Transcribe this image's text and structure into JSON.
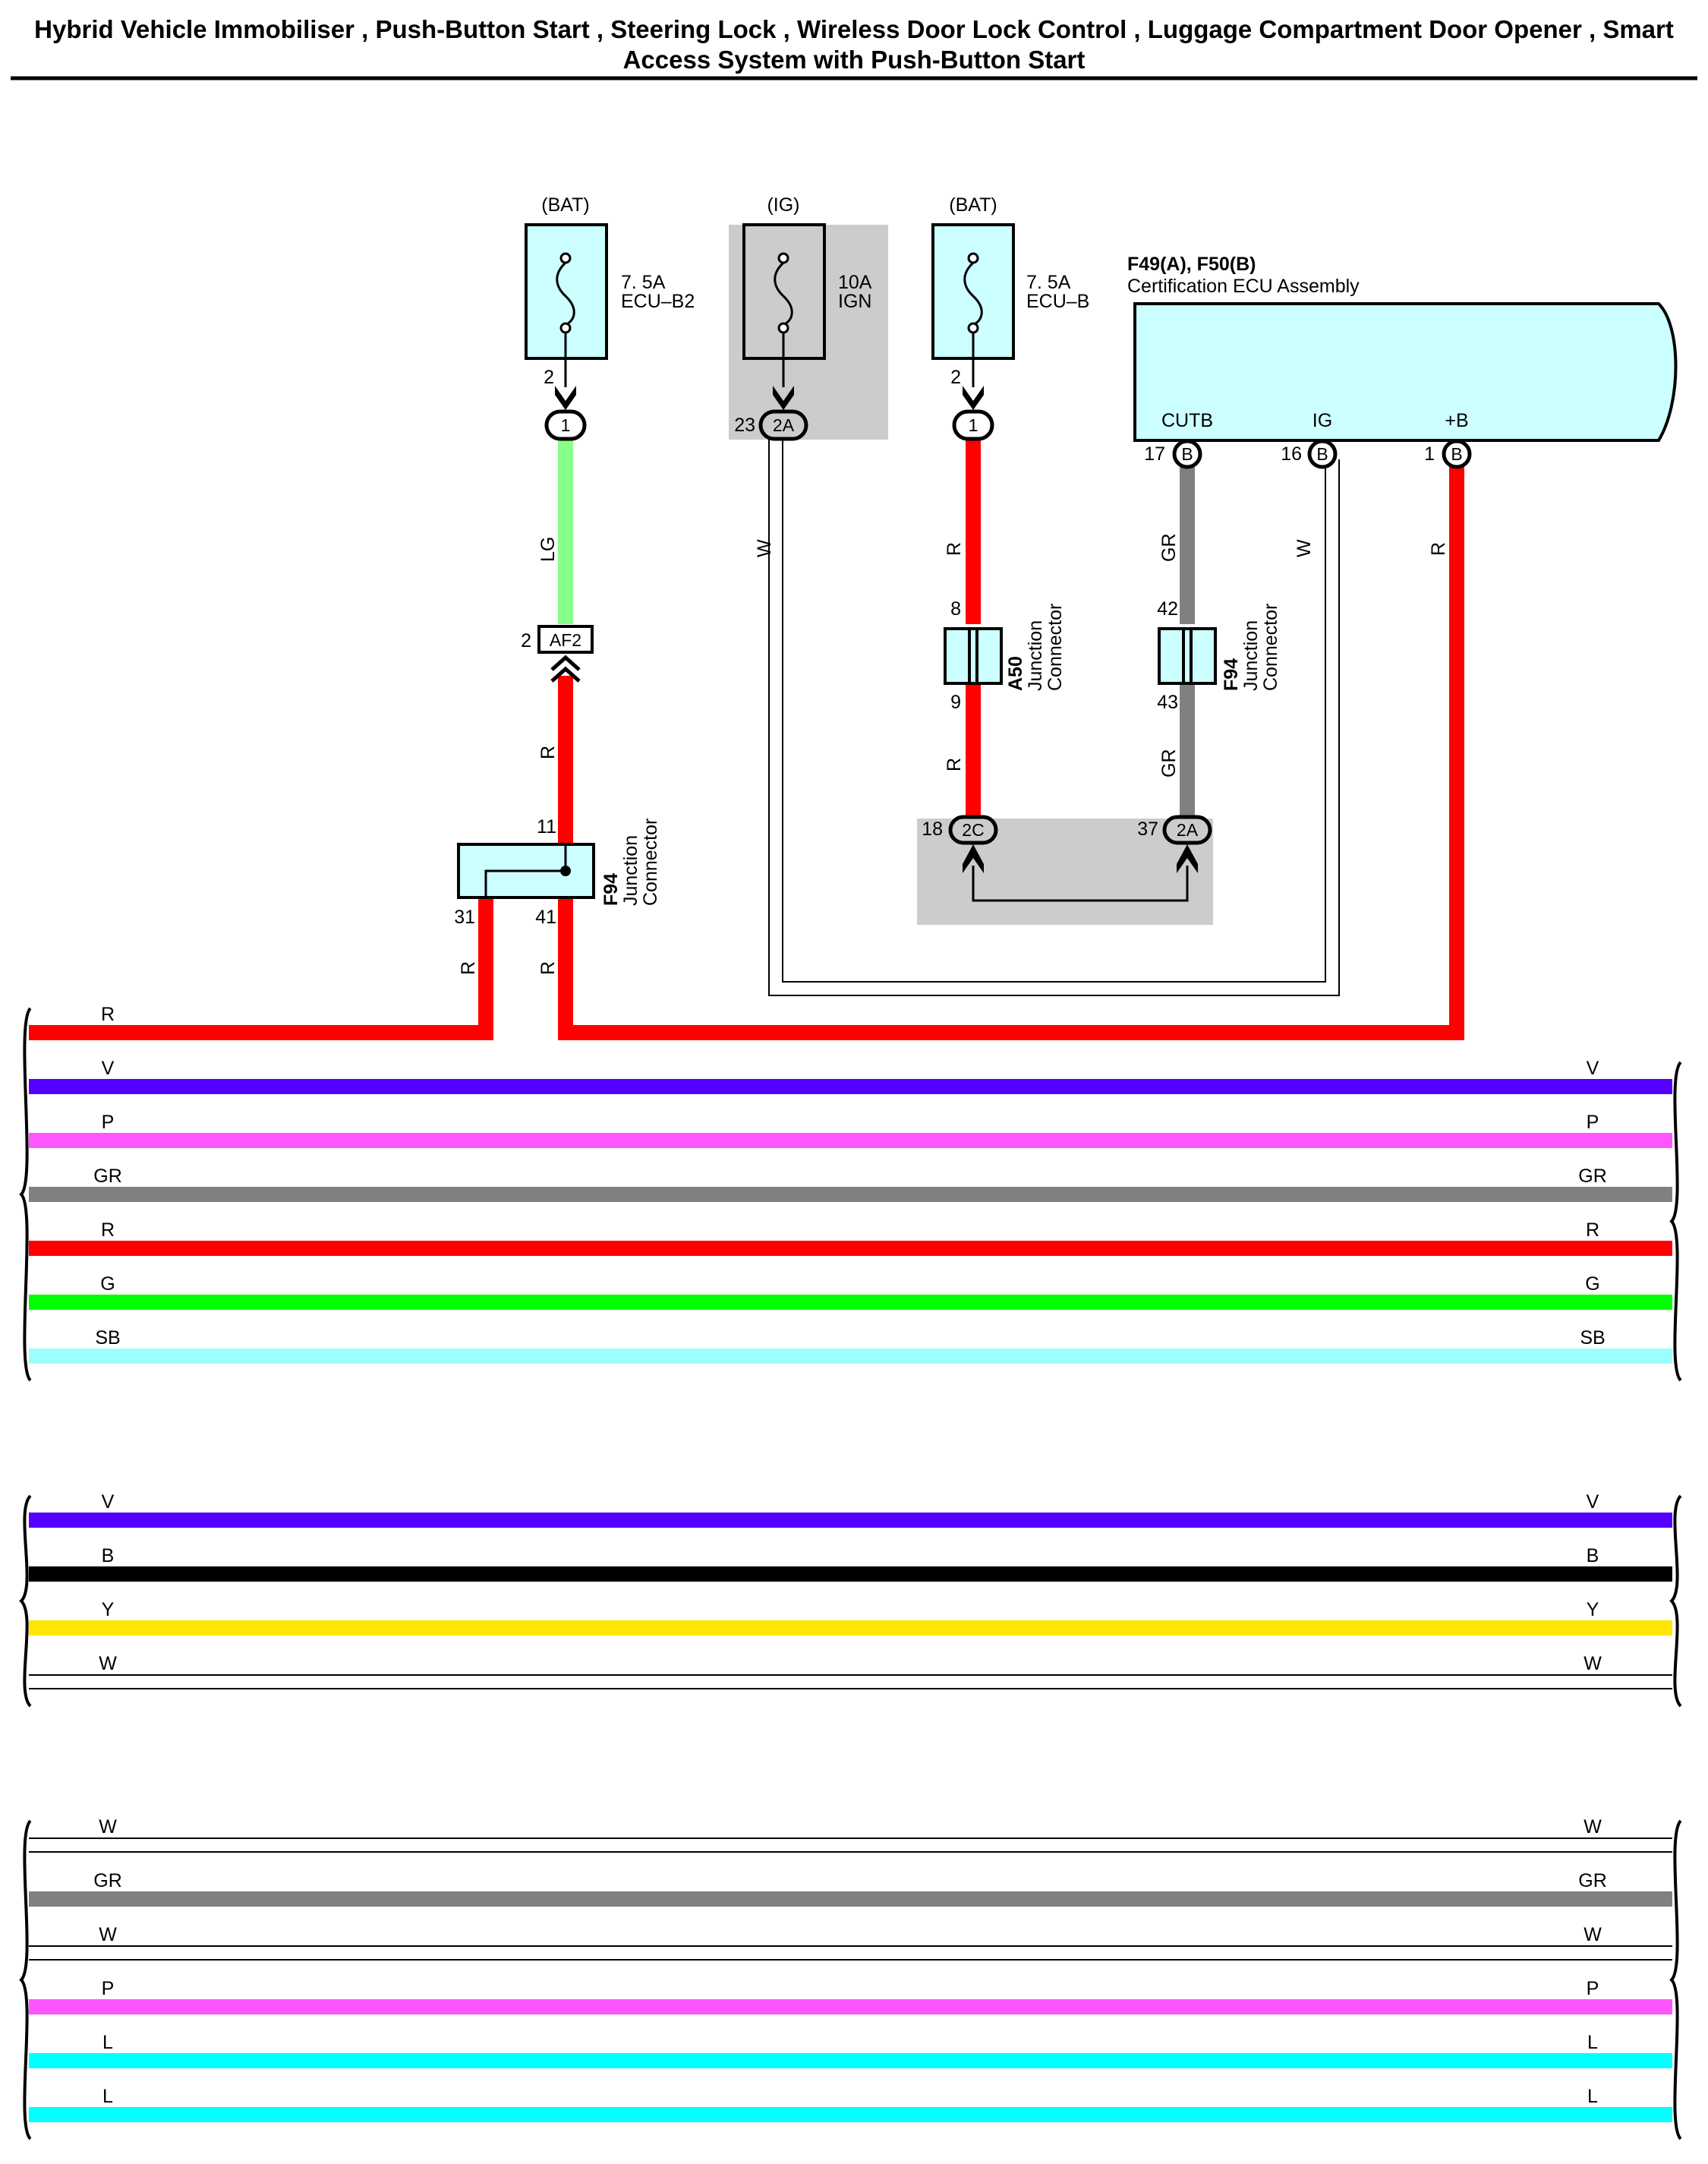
{
  "title": {
    "line1": "Hybrid Vehicle Immobiliser , Push-Button Start , Steering Lock , Wireless Door Lock Control , Luggage Compartment Door Opener , Smart",
    "line2": "Access System with Push-Button Start"
  },
  "fuses": [
    {
      "source": "(BAT)",
      "rating": "7. 5A",
      "name": "ECU–B2",
      "pin": "2",
      "connector": "1"
    },
    {
      "source": "(IG)",
      "rating": "10A",
      "name": "IGN",
      "pin": "23",
      "connector": "2A"
    },
    {
      "source": "(BAT)",
      "rating": "7. 5A",
      "name": "ECU–B",
      "pin": "2",
      "connector": "1"
    }
  ],
  "ecu": {
    "ref": "F49(A), F50(B)",
    "name": "Certification ECU Assembly",
    "pins": [
      {
        "label": "CUTB",
        "pin": "17",
        "connector": "B"
      },
      {
        "label": "IG",
        "pin": "16",
        "connector": "B"
      },
      {
        "label": "+B",
        "pin": "1",
        "connector": "B"
      }
    ]
  },
  "connectors": {
    "af2": {
      "pin": "2",
      "name": "AF2"
    },
    "a50": {
      "ref": "A50",
      "line1": "Junction",
      "line2": "Connector",
      "pin_top": "8",
      "pin_bottom": "9"
    },
    "f94_right": {
      "ref": "F94",
      "line1": "Junction",
      "line2": "Connector",
      "pin_top": "42",
      "pin_bottom": "43"
    },
    "f94_left": {
      "ref": "F94",
      "line1": "Junction",
      "line2": "Connector",
      "pin_in": "11",
      "pin_out_left": "31",
      "pin_out_right": "41"
    },
    "c2c": {
      "pin": "18",
      "name": "2C"
    },
    "c2a": {
      "pin": "37",
      "name": "2A"
    }
  },
  "wire_labels": {
    "lg": "LG",
    "r": "R",
    "w": "W",
    "gr": "GR"
  },
  "colors": {
    "R": "#ff0000",
    "V": "#5500ff",
    "P": "#ff55ff",
    "GR": "#808080",
    "G": "#00ff00",
    "SB": "#99ffff",
    "B": "#000000",
    "Y": "#ffe600",
    "W": "#ffffff",
    "L": "#00ffff",
    "LG": "#88ff88",
    "box_fill": "#ccffff",
    "shade": "#cccccc"
  },
  "buses": [
    {
      "wires": [
        {
          "left": "R",
          "right": "",
          "color": "R"
        },
        {
          "left": "V",
          "right": "V",
          "color": "V"
        },
        {
          "left": "P",
          "right": "P",
          "color": "P"
        },
        {
          "left": "GR",
          "right": "GR",
          "color": "GR"
        },
        {
          "left": "R",
          "right": "R",
          "color": "R"
        },
        {
          "left": "G",
          "right": "G",
          "color": "G"
        },
        {
          "left": "SB",
          "right": "SB",
          "color": "SB"
        }
      ]
    },
    {
      "wires": [
        {
          "left": "V",
          "right": "V",
          "color": "V"
        },
        {
          "left": "B",
          "right": "B",
          "color": "B"
        },
        {
          "left": "Y",
          "right": "Y",
          "color": "Y"
        },
        {
          "left": "W",
          "right": "W",
          "color": "W"
        }
      ]
    },
    {
      "wires": [
        {
          "left": "W",
          "right": "W",
          "color": "W"
        },
        {
          "left": "GR",
          "right": "GR",
          "color": "GR"
        },
        {
          "left": "W",
          "right": "W",
          "color": "W"
        },
        {
          "left": "P",
          "right": "P",
          "color": "P"
        },
        {
          "left": "L",
          "right": "L",
          "color": "L"
        },
        {
          "left": "L",
          "right": "L",
          "color": "L"
        }
      ]
    }
  ]
}
